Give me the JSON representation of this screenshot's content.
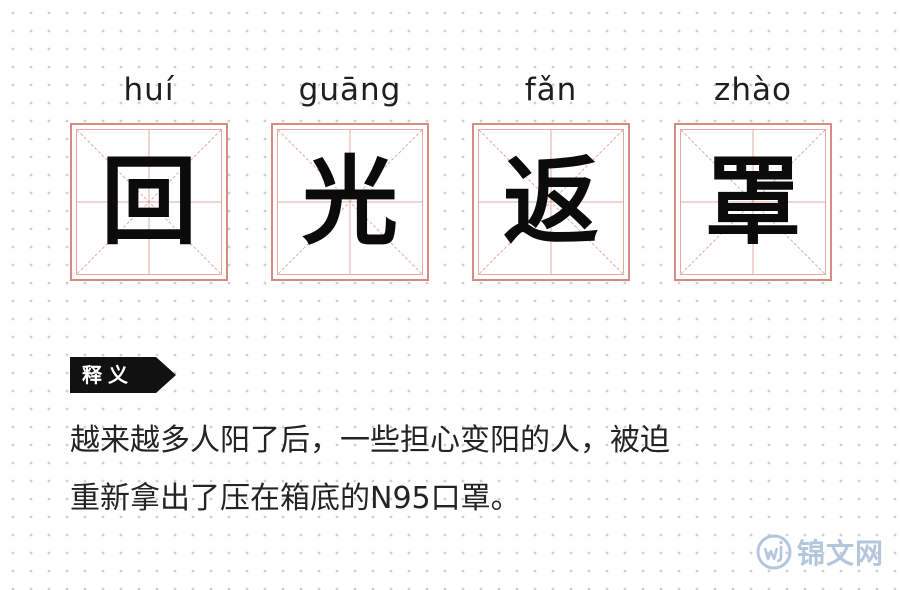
{
  "characters": [
    {
      "pinyin": "huí",
      "hanzi": "回"
    },
    {
      "pinyin": "guāng",
      "hanzi": "光"
    },
    {
      "pinyin": "fǎn",
      "hanzi": "返"
    },
    {
      "pinyin": "zhào",
      "hanzi": "罩"
    }
  ],
  "definition": {
    "tag": "释义",
    "lines": [
      "越来越多人阳了后，一些担心变阳的人，被迫",
      "重新拿出了压在箱底的N95口罩。"
    ]
  },
  "watermark": {
    "text": "锦文网",
    "logo_icon": "jw-logo-icon",
    "color": "#b4c6dc"
  },
  "colors": {
    "grid_border": "#d98a80",
    "grid_lines": "#e6aaa2",
    "tag_background": "#111111",
    "text": "#242424"
  }
}
